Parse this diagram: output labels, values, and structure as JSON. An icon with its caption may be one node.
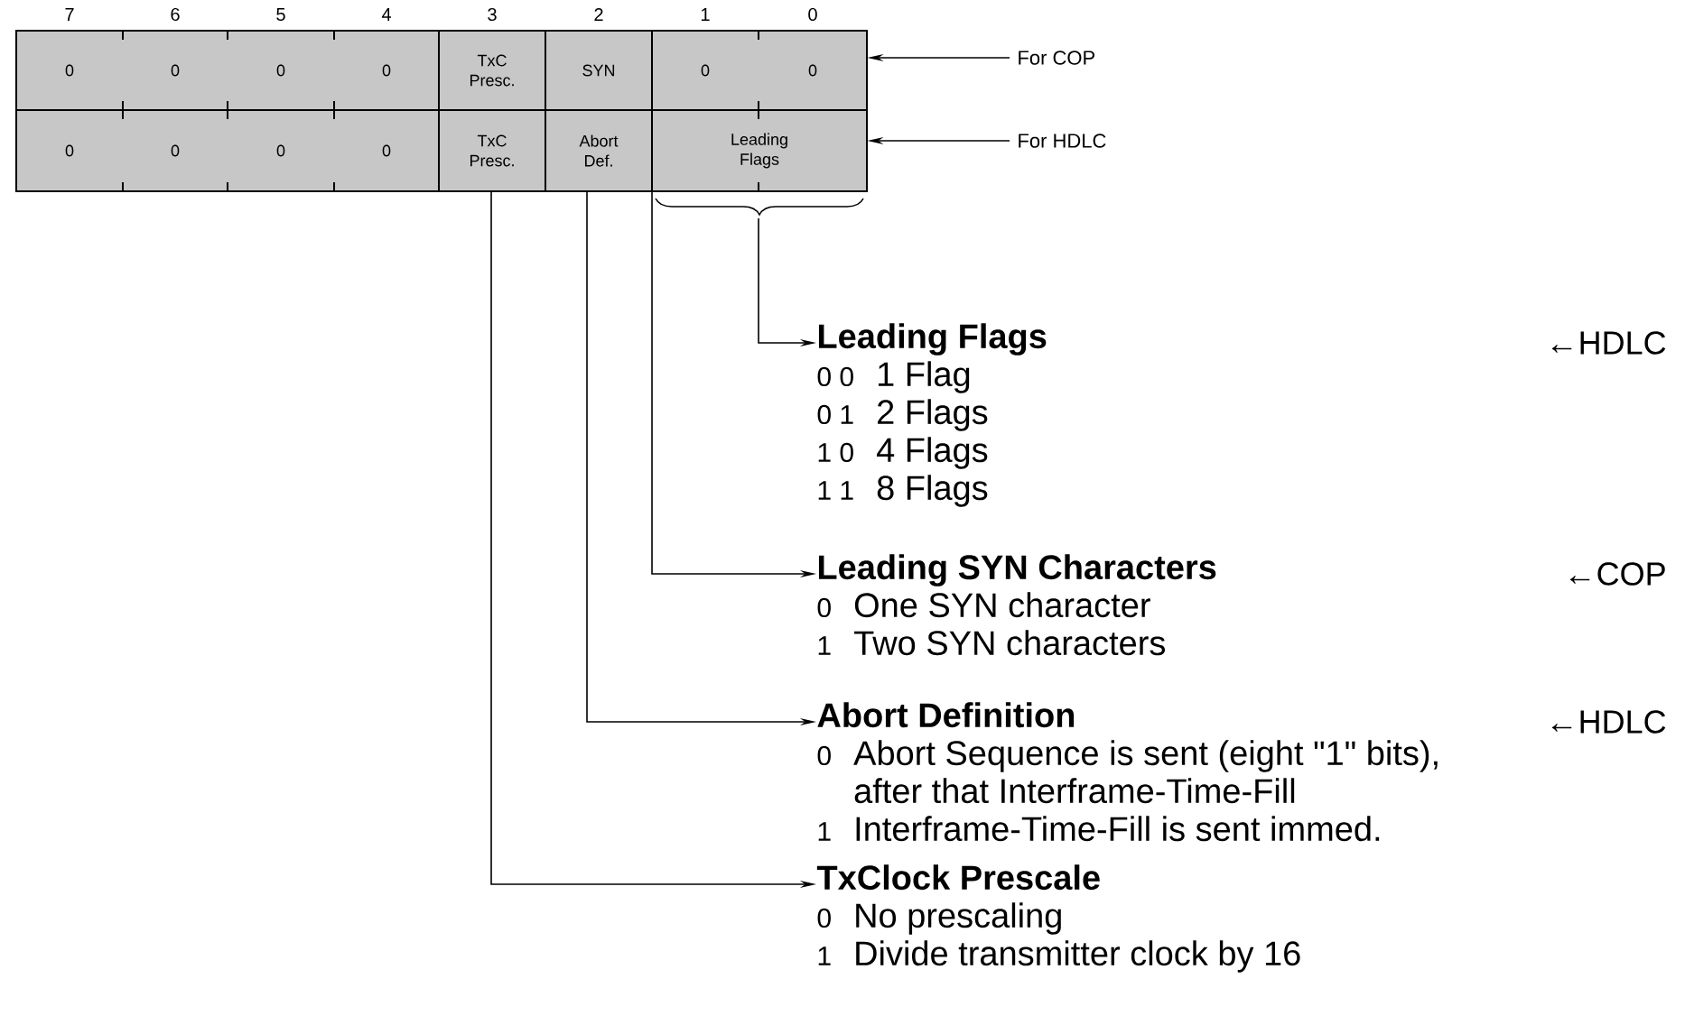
{
  "diagram": {
    "nodes": [
      {
        "text": [
          "0"
        ]
      },
      {
        "text": [
          "0"
        ]
      },
      {
        "text": [
          "0"
        ]
      },
      {
        "text": [
          "0"
        ]
      },
      {
        "text": [
          "TxC Presc."
        ]
      },
      {
        "text": [
          "SYN"
        ]
      },
      {
        "text": [
          "0"
        ]
      },
      {
        "text": [
          "0"
        ]
      },
      {
        "text": [
          "For COP"
        ]
      },
      {
        "text": [
          "0"
        ]
      },
      {
        "text": [
          "0"
        ]
      },
      {
        "text": [
          "0"
        ]
      },
      {
        "text": [
          "0"
        ]
      },
      {
        "text": [
          "TxC Presc."
        ]
      },
      {
        "text": [
          "Abort Def."
        ]
      },
      {
        "text": [
          "Leading Flags"
        ]
      },
      {
        "text": [
          "For HDLC"
        ]
      },
      {
        "text": [
          "Leading Flags",
          "0 0",
          "1 Flag",
          "0 1",
          "2 Flags",
          "1 0",
          "4 Flags",
          "1 1",
          "8 Flags"
        ]
      },
      {
        "text": [
          "Leading SYN Characters",
          "0",
          "One SYN character",
          "1",
          "Two SYN characters"
        ]
      },
      {
        "text": [
          "Abort Definition",
          "0",
          "Abort Sequence is sent (eight \"1\" bits), after that Interframe-Time-Fill",
          "1",
          "Interframe-Time-Fill is sent immed."
        ]
      },
      {
        "text": [
          "TxClock Prescale",
          "0",
          "No prescaling",
          "1",
          "Divide transmitter clock by 16"
        ]
      }
    ],
    "edges": [
      {
        "from": 8,
        "to": 7,
        "arrow": "to"
      },
      {
        "from": 16,
        "to": 15,
        "arrow": "to"
      },
      {
        "from": 15,
        "to": 17,
        "arrow": "to"
      },
      {
        "from": 5,
        "to": 18,
        "arrow": "to"
      },
      {
        "from": 14,
        "to": 19,
        "arrow": "to"
      },
      {
        "from": 13,
        "to": 20,
        "arrow": "to"
      }
    ],
    "labels": [
      "7",
      "6",
      "5",
      "4",
      "3",
      "2",
      "1",
      "0",
      "←HDLC",
      "←COP",
      "←HDLC"
    ]
  }
}
